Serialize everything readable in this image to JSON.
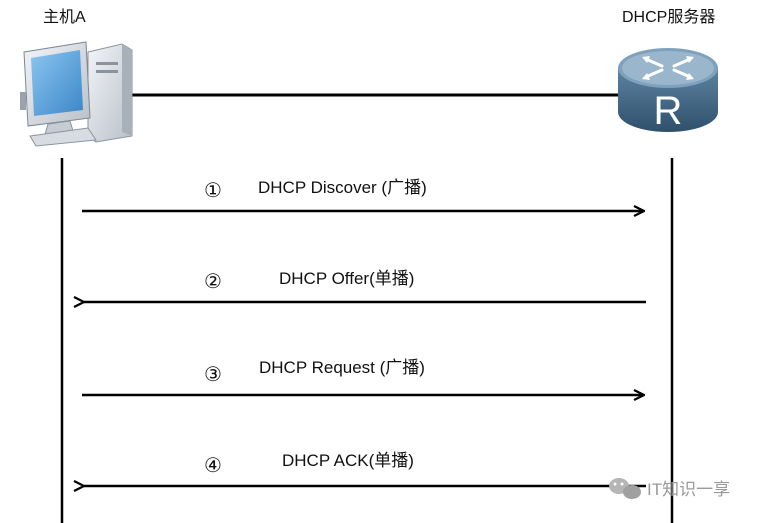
{
  "host": {
    "label": "主机A",
    "icon": "desktop-computer-icon"
  },
  "server": {
    "label": "DHCP服务器",
    "icon": "router-icon"
  },
  "messages": [
    {
      "step": "①",
      "label": "DHCP Discover (广播)",
      "direction": "host-to-server"
    },
    {
      "step": "②",
      "label": "DHCP Offer(单播)",
      "direction": "server-to-host"
    },
    {
      "step": "③",
      "label": "DHCP Request (广播)",
      "direction": "host-to-server"
    },
    {
      "step": "④",
      "label": "DHCP ACK(单播)",
      "direction": "server-to-host"
    }
  ],
  "watermark": {
    "text": "IT知识一享",
    "icon": "wechat-icon"
  },
  "colors": {
    "line": "#000000",
    "router_body": "#4a6f8c",
    "router_top": "#9ab6cc",
    "monitor_screen": "#5aa3dc"
  }
}
